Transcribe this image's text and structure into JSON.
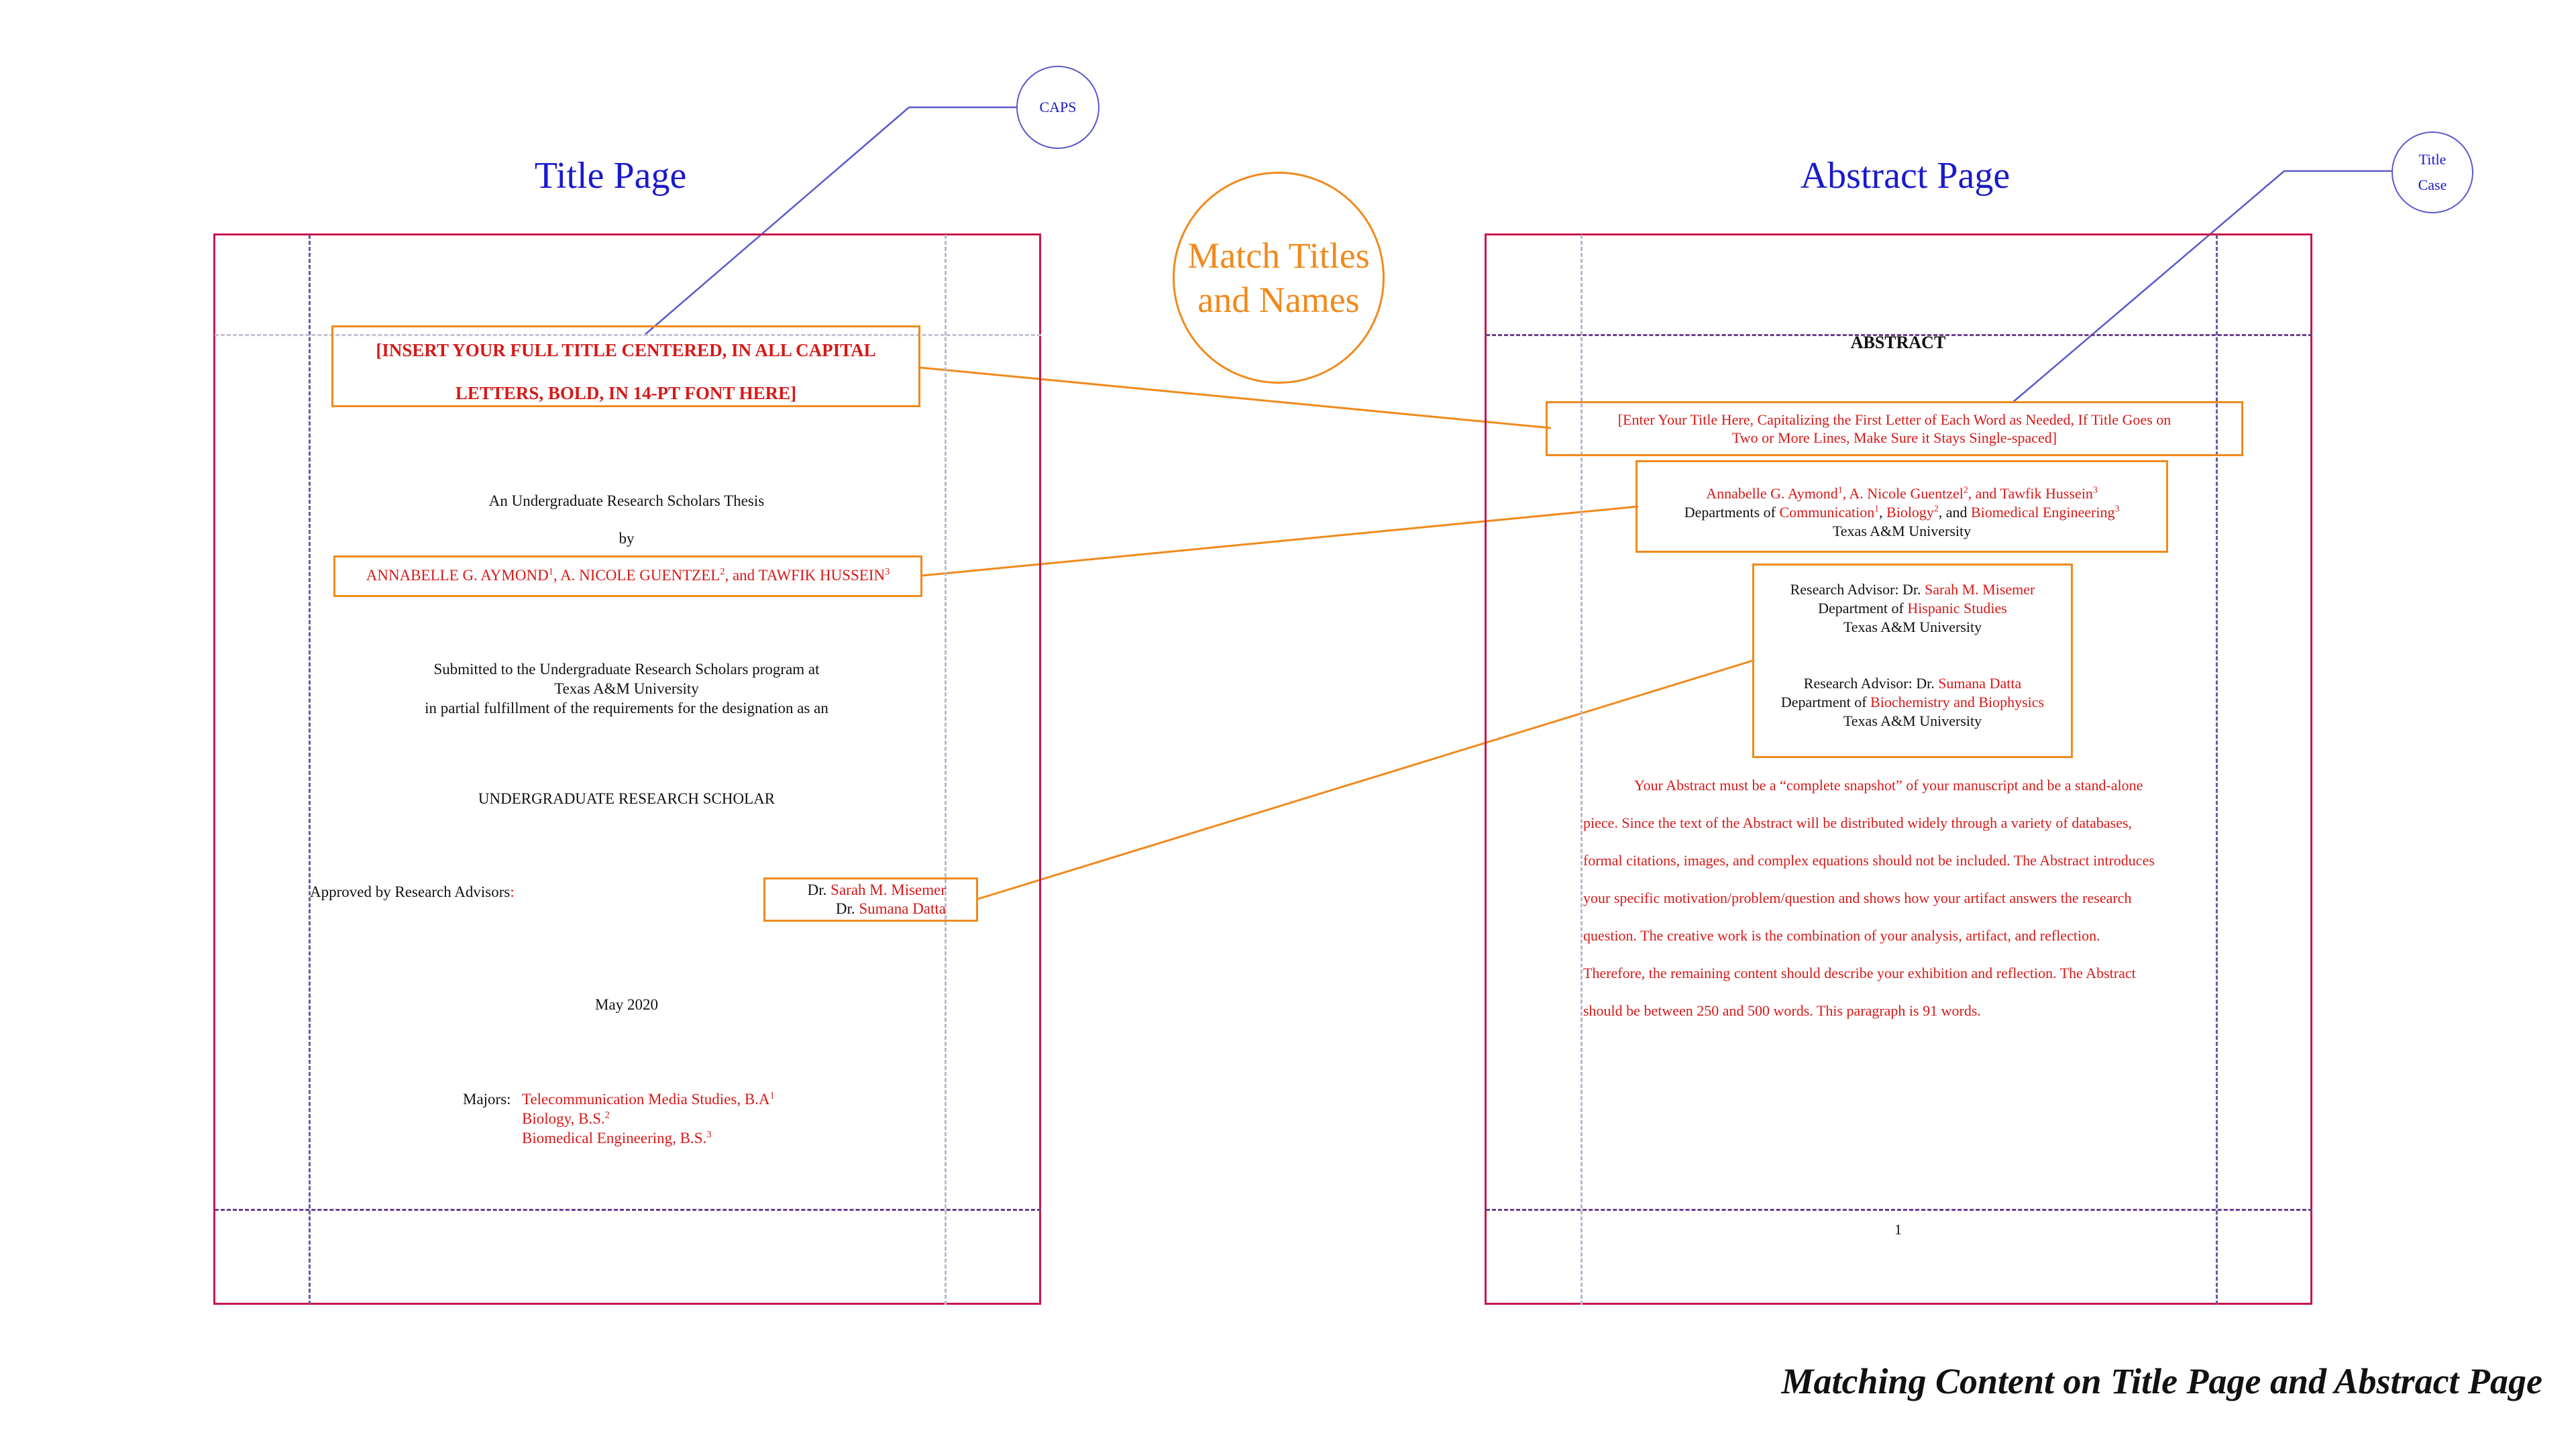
{
  "headings": {
    "title_page": "Title Page",
    "abstract_page": "Abstract Page",
    "footer_caption": "Matching Content on Title Page and Abstract Page"
  },
  "callouts": {
    "caps": "CAPS",
    "title_case_line1": "Title",
    "title_case_line2": "Case",
    "match_line1": "Match Titles",
    "match_line2": "and Names"
  },
  "title_page": {
    "title_line1": "[INSERT YOUR FULL TITLE CENTERED, IN ALL CAPITAL",
    "title_line2": "LETTERS, BOLD, IN 14-PT FONT HERE]",
    "thesis_label": "An Undergraduate Research Scholars Thesis",
    "by": "by",
    "authors": [
      {
        "name": "ANNABELLE G. AYMOND",
        "sup": "1",
        "sep": ", "
      },
      {
        "name": "A. NICOLE GUENTZEL",
        "sup": "2",
        "sep": ", and "
      },
      {
        "name": "TAWFIK HUSSEIN",
        "sup": "3",
        "sep": ""
      }
    ],
    "submitted_line1": "Submitted to the Undergraduate Research Scholars program at",
    "submitted_line2": "Texas A&M University",
    "submitted_line3": "in partial fulfillment of the requirements for the designation as an",
    "designation": "UNDERGRADUATE RESEARCH SCHOLAR",
    "approved_label": "Approved by Research Advisors",
    "approved_colon": ":",
    "advisor1_prefix": "Dr. ",
    "advisor1_name": "Sarah M. Misemer",
    "advisor2_prefix": "Dr. ",
    "advisor2_name": "Sumana Datta",
    "date": "May 2020",
    "majors_label": "Majors:",
    "majors": [
      {
        "name": "Telecommunication Media Studies, B.A",
        "sup": "1"
      },
      {
        "name": "Biology, B.S.",
        "sup": "2"
      },
      {
        "name": "Biomedical Engineering, B.S.",
        "sup": "3"
      }
    ]
  },
  "abstract_page": {
    "heading": "ABSTRACT",
    "title_line1": "[Enter Your Title Here, Capitalizing the First Letter of Each Word as Needed, If Title Goes on",
    "title_line2": "Two or More Lines, Make Sure it Stays Single-spaced]",
    "authors": [
      {
        "name": "Annabelle G. Aymond",
        "sup": "1",
        "sep": ", "
      },
      {
        "name": "A. Nicole Guentzel",
        "sup": "2",
        "sep": ", and "
      },
      {
        "name": "Tawfik Hussein",
        "sup": "3",
        "sep": ""
      }
    ],
    "departments_label": "Departments of ",
    "departments": [
      {
        "name": "Communication",
        "sup": "1",
        "sep": ", "
      },
      {
        "name": "Biology",
        "sup": "2",
        "sep": ", and "
      },
      {
        "name": "Biomedical Engineering",
        "sup": "3",
        "sep": ""
      }
    ],
    "university": "Texas A&M University",
    "advisor1_label": "Research Advisor: Dr. ",
    "advisor1_name": "Sarah M. Misemer",
    "advisor1_dept_label": "Department of ",
    "advisor1_dept": "Hispanic Studies",
    "advisor1_univ": "Texas A&M University",
    "advisor2_label": "Research Advisor: Dr. ",
    "advisor2_name": "Sumana Datta",
    "advisor2_dept_label": "Department of ",
    "advisor2_dept": "Biochemistry and Biophysics",
    "advisor2_univ": "Texas A&M University",
    "body_lines": [
      "Your Abstract must be a “complete snapshot” of your manuscript and be a stand-alone",
      "piece. Since the text of the Abstract will be distributed widely through a variety of databases,",
      "formal citations, images, and complex equations should not be included. The Abstract introduces",
      "your specific motivation/problem/question and shows how your artifact answers the research",
      "question. The creative work is the combination of your analysis, artifact, and reflection.",
      "Therefore, the remaining content should describe your exhibition and reflection. The Abstract",
      "should be between 250 and 500 words. This paragraph is 91 words."
    ],
    "page_number": "1"
  },
  "colors": {
    "heading_blue": "#1a1acc",
    "page_border": "#c8174b",
    "highlight_orange": "#f08a1c",
    "placeholder_red": "#d71818",
    "guide_purple": "#6a5aa0"
  }
}
